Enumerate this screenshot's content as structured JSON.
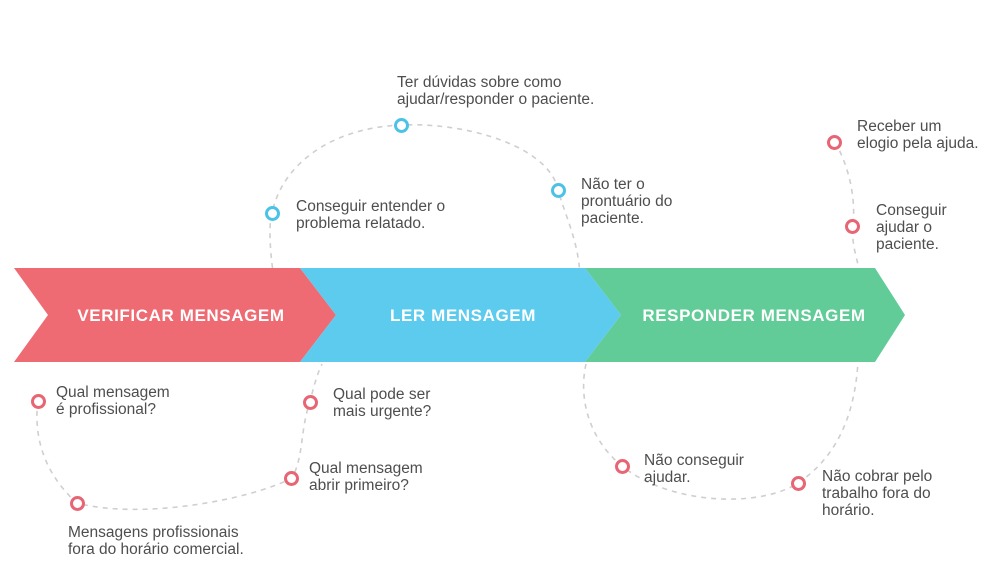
{
  "colors": {
    "stage1": "#ee6b73",
    "stage2": "#5ccbee",
    "stage3": "#61cc97",
    "positive": "#4cc3e6",
    "negative": "#e86674",
    "path": "#cfcfcf",
    "text": "#4e4e4e"
  },
  "stages": [
    {
      "label": "VERIFICAR MENSAGEM"
    },
    {
      "label": "LER MENSAGEM"
    },
    {
      "label": "RESPONDER MENSAGEM"
    }
  ],
  "notes": {
    "entender": {
      "lines": [
        "Conseguir entender o",
        "problema relatado."
      ]
    },
    "duvidas": {
      "lines": [
        "Ter dúvidas sobre como",
        "ajudar/responder o paciente."
      ]
    },
    "prontuario": {
      "lines": [
        "Não ter o",
        "prontuário do",
        "paciente."
      ]
    },
    "elogio": {
      "lines": [
        "Receber um",
        "elogio pela ajuda."
      ]
    },
    "ajudar": {
      "lines": [
        "Conseguir",
        "ajudar o",
        "paciente."
      ]
    },
    "profissional": {
      "lines": [
        "Qual mensagem",
        "é profissional?"
      ]
    },
    "fora_horario": {
      "lines": [
        "Mensagens profissionais",
        "fora do horário comercial."
      ]
    },
    "urgente": {
      "lines": [
        "Qual pode ser",
        "mais urgente?"
      ]
    },
    "primeiro": {
      "lines": [
        "Qual mensagem",
        "abrir primeiro?"
      ]
    },
    "nao_ajudar": {
      "lines": [
        "Não conseguir",
        "ajudar."
      ]
    },
    "nao_cobrar": {
      "lines": [
        "Não cobrar pelo",
        "trabalho fora do",
        "horário."
      ]
    }
  }
}
